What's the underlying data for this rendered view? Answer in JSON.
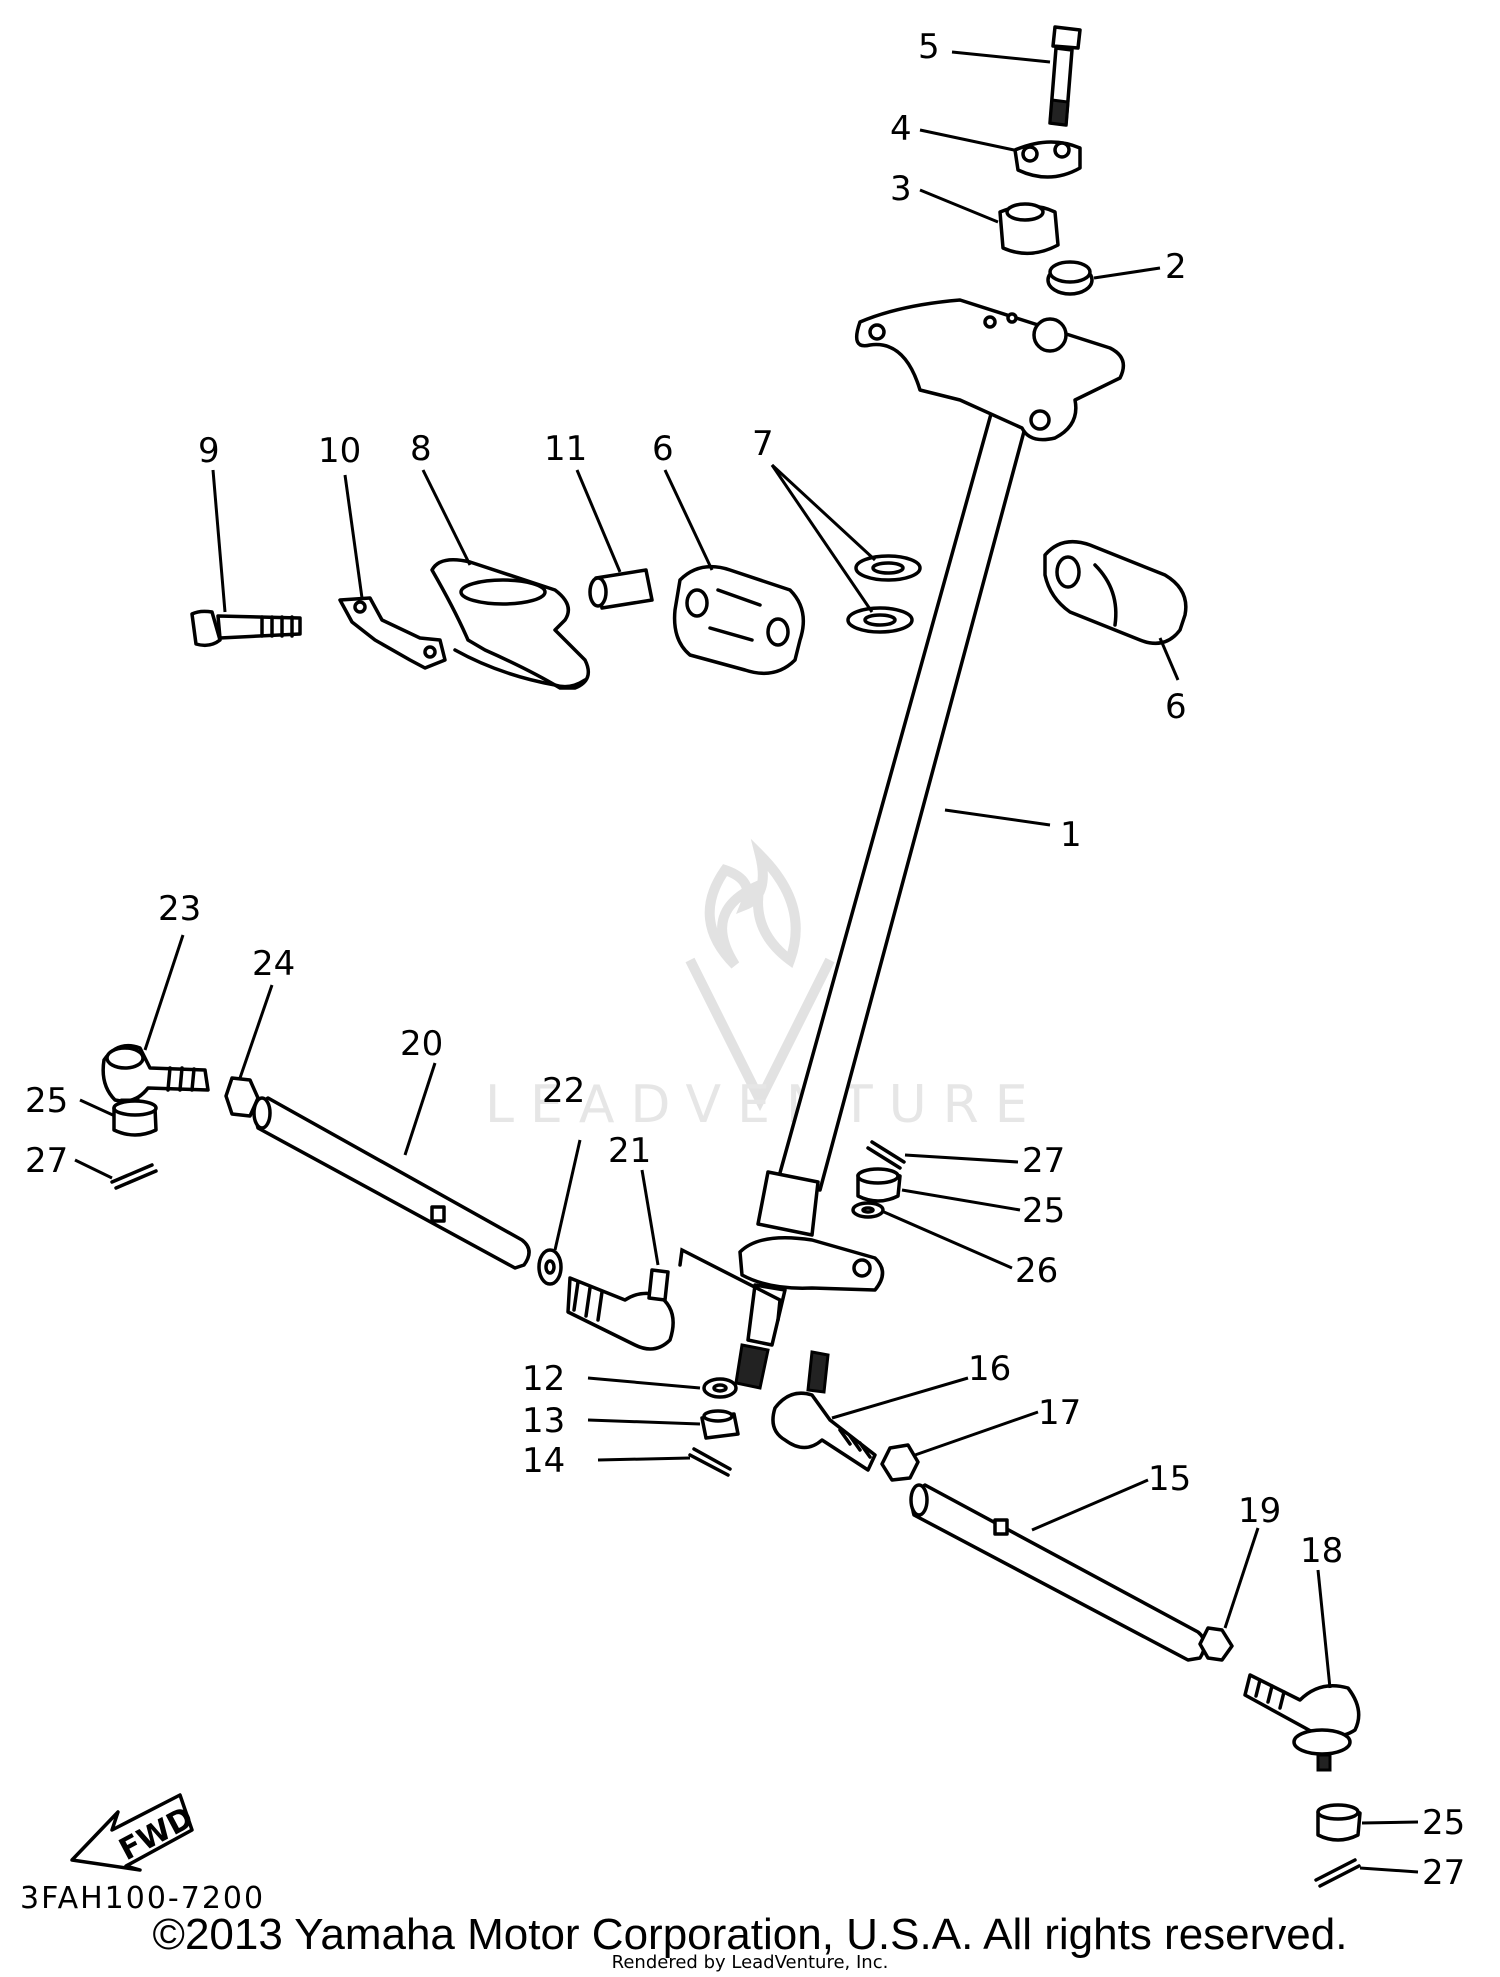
{
  "watermark": {
    "text": "LEADVENTURE"
  },
  "diagram_code": "3FAH100-7200",
  "fwd_label": "FWD",
  "copyright": "©2013 Yamaha Motor Corporation, U.S.A. All rights reserved.",
  "rendered_by": "Rendered by LeadVenture, Inc.",
  "callouts": {
    "c1": "1",
    "c2": "2",
    "c3": "3",
    "c4": "4",
    "c5": "5",
    "c6a": "6",
    "c6b": "6",
    "c7": "7",
    "c8": "8",
    "c9": "9",
    "c10": "10",
    "c11": "11",
    "c12": "12",
    "c13": "13",
    "c14": "14",
    "c15": "15",
    "c16": "16",
    "c17": "17",
    "c18": "18",
    "c19": "19",
    "c20": "20",
    "c21": "21",
    "c22": "22",
    "c23": "23",
    "c24": "24",
    "c25a": "25",
    "c25b": "25",
    "c25c": "25",
    "c26": "26",
    "c27a": "27",
    "c27b": "27",
    "c27c": "27"
  }
}
